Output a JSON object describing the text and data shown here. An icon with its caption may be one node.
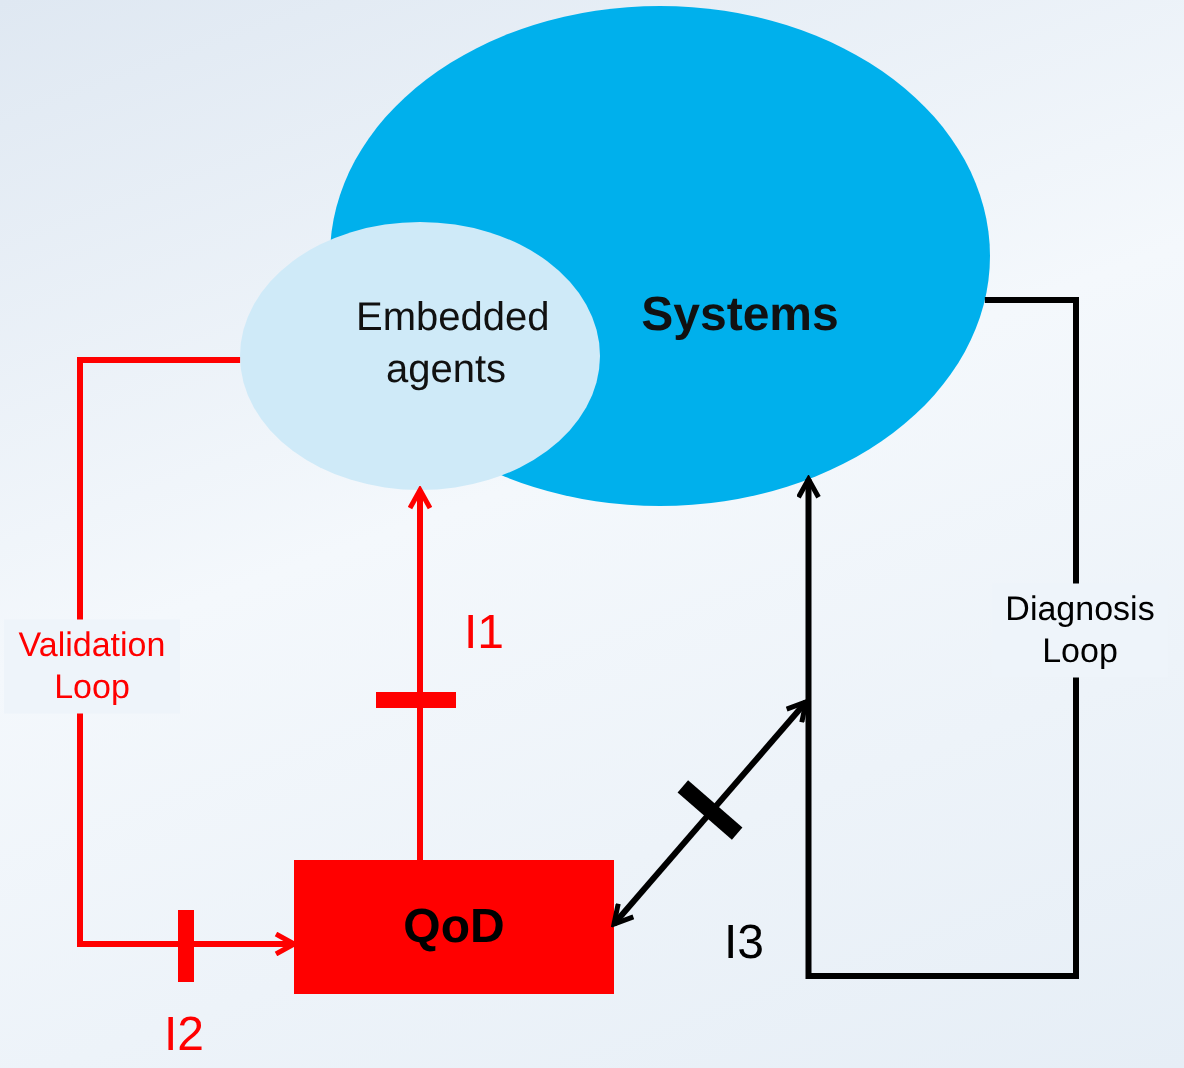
{
  "diagram": {
    "nodes": [
      {
        "text": [
          "Systems"
        ]
      },
      {
        "text": [
          "Embedded agents"
        ]
      },
      {
        "text": [
          "QoD"
        ]
      }
    ],
    "edges": [
      {
        "from": 2,
        "to": 1,
        "arrow": "to",
        "color": "#ff0000"
      },
      {
        "from": 1,
        "to": 2,
        "arrow": "to",
        "label": "Validation Loop",
        "color": "#ff0000"
      },
      {
        "from": 0,
        "to": 0,
        "arrow": "to",
        "label": "Diagnosis Loop",
        "color": "#000000"
      },
      {
        "from": 2,
        "to": null,
        "arrow": "both",
        "color": "#000000"
      }
    ],
    "labels": [
      "I1",
      "I2",
      "I3"
    ]
  }
}
